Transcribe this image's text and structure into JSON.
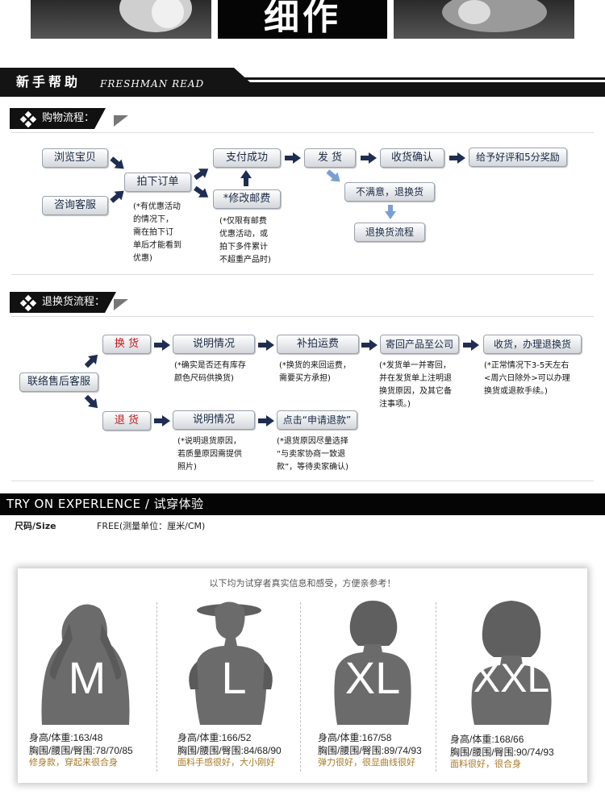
{
  "header": {
    "photo_label": "细作",
    "banner_cn": "新手帮助",
    "banner_en": "FRESHMAN READ"
  },
  "shopping": {
    "title": "购物流程：",
    "boxes": {
      "browse": "浏览宝贝",
      "consult": "咨询客服",
      "order": "拍下订单",
      "paid": "支付成功",
      "modify_postage": "*修改邮费",
      "ship": "发 货",
      "confirm": "收货确认",
      "review": "给予好评和5分奖励",
      "unsatisfied": "不满意，退换货",
      "return_flow": "退换货流程"
    },
    "notes": {
      "order_note": "(*有优惠活动\n的情况下，\n需在拍下订\n单后才能看到\n优惠)",
      "postage_note": "(*仅限有邮费\n优惠活动，或\n拍下多件累计\n不超重产品时)"
    }
  },
  "returns": {
    "title": "退换货流程：",
    "contact": "联络售后客服",
    "exchange": {
      "label": "换 货",
      "explain": "说明情况",
      "explain_note": "(*确实是否还有库存\n颜色尺码供换货)",
      "pay_ship": "补拍运费",
      "pay_ship_note": "(*换货的来回运费，\n需要买方承担)",
      "send_back": "寄回产品至公司",
      "send_back_note": "(*发货单一并寄回，\n并在发货单上注明退\n换货原因，及其它备\n注事项。)",
      "receive": "收货，办理退换货",
      "receive_note": "(*正常情况下3-5天左右\n<周六日除外>可以办理\n换货或退款手续。)"
    },
    "refund": {
      "label": "退 货",
      "explain": "说明情况",
      "explain_note": "(*说明退货原因，\n若质量原因需提供\n照片)",
      "click": "点击“申请退款”",
      "click_note": "(*退货原因尽量选择\n“与卖家协商一致退\n款”，等待卖家确认)"
    }
  },
  "try_on": {
    "title": "TRY ON EXPERLENCE / 试穿体验",
    "size_label": "尺码/Size",
    "size_value": "FREE(测量单位：厘米/CM)",
    "panel_note": "以下均为试穿者真实信息和感受，方便亲参考！",
    "models": [
      {
        "size": "M",
        "height_weight": "身高/体重:163/48",
        "bust_waist_hip": "胸围/腰围/臀围:78/70/85",
        "comment": "修身款，穿起来很合身"
      },
      {
        "size": "L",
        "height_weight": "身高/体重:166/52",
        "bust_waist_hip": "胸围/腰围/臀围:84/68/90",
        "comment": "面料手感很好，大小刚好"
      },
      {
        "size": "XL",
        "height_weight": "身高/体重:167/58",
        "bust_waist_hip": "胸围/腰围/臀围:89/74/93",
        "comment": "弹力很好，很显曲线很好"
      },
      {
        "size": "XXL",
        "height_weight": "身高/体重:168/66",
        "bust_waist_hip": "胸围/腰围/臀围:90/74/93",
        "comment": "面料很好，很合身"
      }
    ]
  },
  "colors": {
    "dark": "#111111",
    "navy_text": "#1a2a45",
    "red_text": "#c0181c",
    "comment_gold": "#a87a28",
    "silhouette": "#6b6b6b"
  }
}
